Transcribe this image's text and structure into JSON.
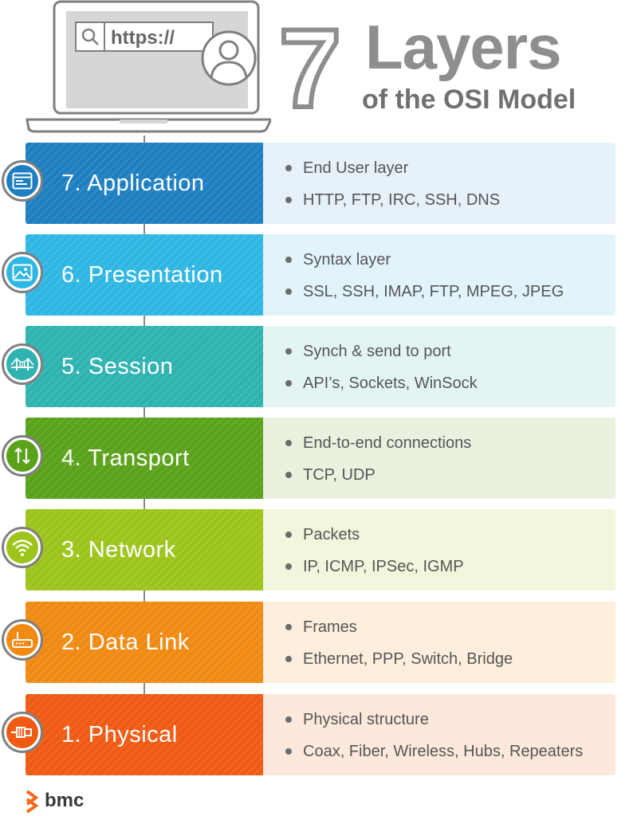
{
  "header": {
    "big_number": "7",
    "title": "Layers",
    "subtitle": "of the OSI Model",
    "url_text": "https://"
  },
  "colors": {
    "application": "#1e7fc0",
    "presentation": "#2fb7e3",
    "session": "#2eb3b0",
    "transport": "#5aa21a",
    "network": "#9cc41b",
    "data_link": "#f08a12",
    "physical": "#f05a13",
    "grey_text": "#8e8e8e"
  },
  "layers": [
    {
      "name": "7. Application",
      "icon": "browser-window-icon",
      "color": "#1e7fc0",
      "panel": "#e6f1f9",
      "bullets": [
        "End User layer",
        "HTTP, FTP, IRC, SSH, DNS"
      ]
    },
    {
      "name": "6. Presentation",
      "icon": "image-icon",
      "color": "#2fb7e3",
      "panel": "#e2f4fb",
      "bullets": [
        "Syntax layer",
        "SSL, SSH, IMAP, FTP, MPEG, JPEG"
      ]
    },
    {
      "name": "5. Session",
      "icon": "bridge-icon",
      "color": "#2eb3b0",
      "panel": "#e4f4f4",
      "bullets": [
        "Synch & send to port",
        "API’s, Sockets, WinSock"
      ]
    },
    {
      "name": "4. Transport",
      "icon": "up-down-arrows-icon",
      "color": "#5aa21a",
      "panel": "#e9f1df",
      "bullets": [
        "End-to-end connections",
        "TCP, UDP"
      ]
    },
    {
      "name": "3. Network",
      "icon": "wifi-icon",
      "color": "#9cc41b",
      "panel": "#f1f6dc",
      "bullets": [
        "Packets",
        "IP, ICMP, IPSec, IGMP"
      ]
    },
    {
      "name": "2. Data Link",
      "icon": "router-icon",
      "color": "#f08a12",
      "panel": "#fdeedd",
      "bullets": [
        "Frames",
        "Ethernet, PPP, Switch, Bridge"
      ]
    },
    {
      "name": "1. Physical",
      "icon": "cable-plug-icon",
      "color": "#f05a13",
      "panel": "#fde9dc",
      "bullets": [
        "Physical structure",
        "Coax, Fiber, Wireless, Hubs, Repeaters"
      ]
    }
  ],
  "footer": {
    "logo_text": "bmc",
    "logo_color": "#f26a1b"
  }
}
